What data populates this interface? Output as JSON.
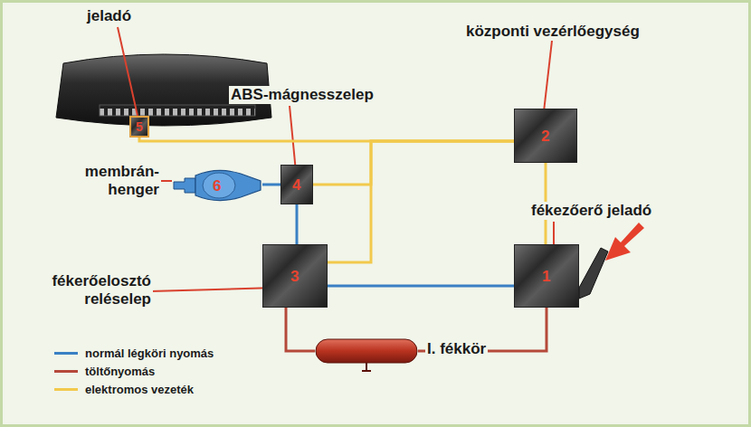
{
  "diagram": {
    "nodes": [
      {
        "text": [
          "jeladó",
          "5"
        ]
      },
      {
        "text": [
          "központi vezérlőegység",
          "2"
        ]
      },
      {
        "text": [
          "ABS-mágnesszelep",
          "4"
        ]
      },
      {
        "text": [
          "membrán- henger",
          "6"
        ]
      },
      {
        "text": [
          "fékerőelosztó reléselep",
          "3"
        ]
      },
      {
        "text": [
          "fékezőerő jeladó",
          "1"
        ]
      },
      {
        "text": [
          "I. fékkör"
        ]
      }
    ],
    "edges": [
      {
        "from": 0,
        "to": 1,
        "arrow": "none"
      },
      {
        "from": 1,
        "to": 5,
        "arrow": "none"
      },
      {
        "from": 1,
        "to": 2,
        "arrow": "none"
      },
      {
        "from": 1,
        "to": 4,
        "arrow": "none"
      },
      {
        "from": 2,
        "to": 3,
        "arrow": "none"
      },
      {
        "from": 4,
        "to": 2,
        "arrow": "none"
      },
      {
        "from": 5,
        "to": 4,
        "arrow": "none"
      },
      {
        "from": 5,
        "to": 6,
        "arrow": "none"
      },
      {
        "from": 4,
        "to": 6,
        "arrow": "none"
      }
    ],
    "legend": [
      {
        "text": "normál légköri nyomás",
        "color": "#3a80c4"
      },
      {
        "text": "töltőnyomás",
        "color": "#b5493a"
      },
      {
        "text": "elektromos vezeték",
        "color": "#f2c94c"
      }
    ]
  }
}
